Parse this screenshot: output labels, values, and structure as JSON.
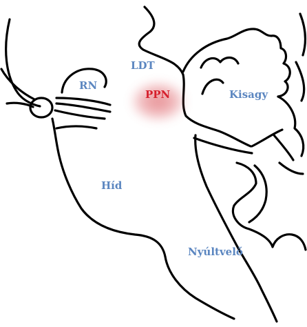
{
  "labels": {
    "rn": "RN",
    "ldt": "LDT",
    "ppn": "PPN",
    "kisagy": "Kisagy",
    "hid": "Híd",
    "nyultvelo": "Nyúltvelő"
  },
  "colors": {
    "label_blue": "#5b86c0",
    "ppn_red": "#d61f2c",
    "ppn_glow": "#e06c72",
    "outline": "#000000"
  }
}
